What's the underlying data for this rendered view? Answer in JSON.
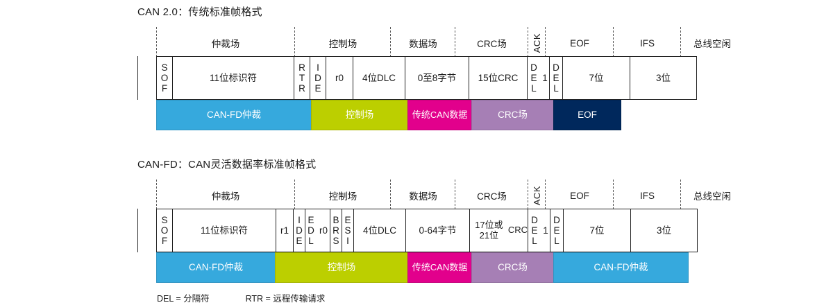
{
  "colors": {
    "cyan": "#36A9DD",
    "olive": "#BCCF00",
    "magenta": "#E2008C",
    "mauve": "#A67FB5",
    "navy": "#00285C",
    "line": "#222222",
    "dashed": "#555555"
  },
  "can20": {
    "title": "CAN 2.0：传统标准帧格式",
    "headers": [
      {
        "label": "仲裁场",
        "vertical": false
      },
      {
        "label": "控制场",
        "vertical": false
      },
      {
        "label": "数据场",
        "vertical": false
      },
      {
        "label": "CRC场",
        "vertical": false
      },
      {
        "label": "ACK",
        "vertical": true
      },
      {
        "label": "EOF",
        "vertical": false
      },
      {
        "label": "IFS",
        "vertical": false
      },
      {
        "label": "总线空闲",
        "vertical": false
      }
    ],
    "cells": [
      {
        "name": "sof",
        "text": "S\nO\nF"
      },
      {
        "name": "identifier-11bit",
        "text": "11位标识符"
      },
      {
        "name": "rtr",
        "text": "R\nT\nR"
      },
      {
        "name": "ide",
        "text": "I\nD\nE"
      },
      {
        "name": "r0",
        "text": "r0"
      },
      {
        "name": "dlc-4bit",
        "text": "4位DLC"
      },
      {
        "name": "data-0-8-bytes",
        "text": "0至8字节"
      },
      {
        "name": "crc-15bit",
        "text": "15位CRC"
      },
      {
        "name": "crc-del",
        "text": "D\nE\nL"
      },
      {
        "name": "ack-slot",
        "text": "1"
      },
      {
        "name": "ack-del",
        "text": "D\nE\nL"
      },
      {
        "name": "eof-7bit",
        "text": "7位"
      },
      {
        "name": "ifs-3bit",
        "text": "3位"
      }
    ],
    "bands": [
      {
        "name": "can-fd-arbitration",
        "text": "CAN-FD仲裁",
        "color": "cyan"
      },
      {
        "name": "control-field",
        "text": "控制场",
        "color": "olive"
      },
      {
        "name": "classic-can-data",
        "text": "传统CAN\n数据",
        "color": "magenta"
      },
      {
        "name": "crc-field",
        "text": "CRC场",
        "color": "mauve"
      },
      {
        "name": "eof",
        "text": "EOF",
        "color": "navy"
      }
    ]
  },
  "canfd": {
    "title": "CAN-FD：CAN灵活数据率标准帧格式",
    "headers": [
      {
        "label": "仲裁场",
        "vertical": false
      },
      {
        "label": "控制场",
        "vertical": false
      },
      {
        "label": "数据场",
        "vertical": false
      },
      {
        "label": "CRC场",
        "vertical": false
      },
      {
        "label": "ACK",
        "vertical": true
      },
      {
        "label": "EOF",
        "vertical": false
      },
      {
        "label": "IFS",
        "vertical": false
      },
      {
        "label": "总线空闲",
        "vertical": false
      }
    ],
    "cells": [
      {
        "name": "sof",
        "text": "S\nO\nF"
      },
      {
        "name": "identifier-11bit",
        "text": "11位标识符"
      },
      {
        "name": "r1",
        "text": "r1"
      },
      {
        "name": "ide",
        "text": "I\nD\nE"
      },
      {
        "name": "edl",
        "text": "E\nD\nL"
      },
      {
        "name": "r0",
        "text": "r0"
      },
      {
        "name": "brs",
        "text": "B\nR\nS"
      },
      {
        "name": "esi",
        "text": "E\nS\nI"
      },
      {
        "name": "dlc-4bit",
        "text": "4位DLC"
      },
      {
        "name": "data-0-64-bytes",
        "text": "0-64字节"
      },
      {
        "name": "crc-17-or-21bit",
        "text": "17位或21位\nCRC"
      },
      {
        "name": "crc-del",
        "text": "D\nE\nL"
      },
      {
        "name": "ack-slot",
        "text": "1"
      },
      {
        "name": "ack-del",
        "text": "D\nE\nL"
      },
      {
        "name": "eof-7bit",
        "text": "7位"
      },
      {
        "name": "ifs-3bit",
        "text": "3位"
      }
    ],
    "bands": [
      {
        "name": "can-fd-arbitration",
        "text": "CAN-FD仲裁",
        "color": "cyan"
      },
      {
        "name": "control-field",
        "text": "控制场",
        "color": "olive"
      },
      {
        "name": "classic-can-data",
        "text": "传统CAN\n数据",
        "color": "magenta"
      },
      {
        "name": "crc-field",
        "text": "CRC场",
        "color": "mauve"
      },
      {
        "name": "can-fd-arbitration-end",
        "text": "CAN-FD仲裁",
        "color": "cyan"
      }
    ]
  },
  "legend": {
    "del": "DEL = 分隔符",
    "rtr": "RTR = 远程传输请求"
  }
}
